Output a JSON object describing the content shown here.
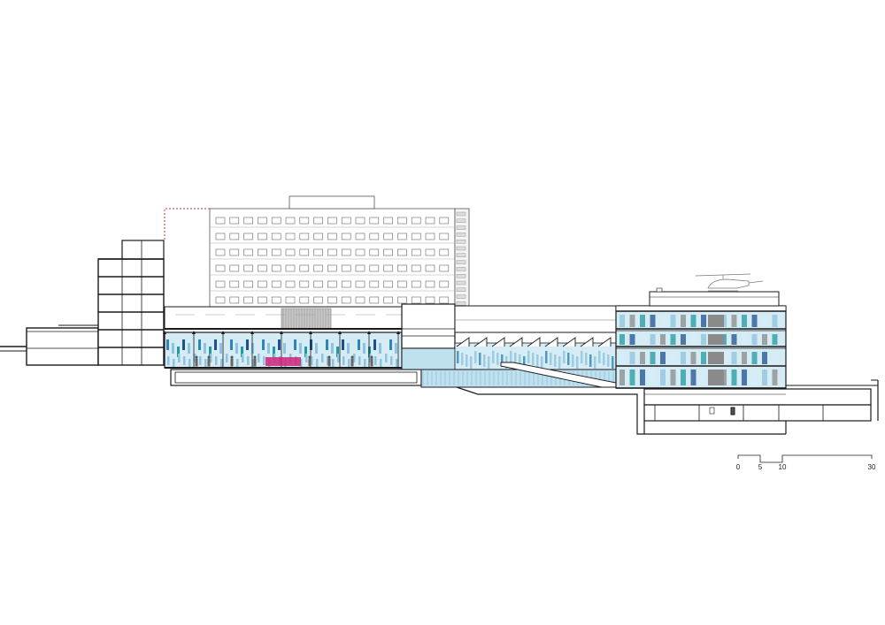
{
  "scale_bar": {
    "labels": [
      "0",
      "5",
      "10",
      "30"
    ]
  },
  "colors": {
    "line": "#1a1a1a",
    "light_line": "#9a9a9a",
    "glass_light": "#d6ecf5",
    "glass_mid": "#8fc3dd",
    "glass_dark": "#2f86b4",
    "teal": "#1f9aa0",
    "navy": "#1f4f8f",
    "magenta": "#d0247a",
    "dotted_outline": "#e03030",
    "ground_blue": "#bfe0ef",
    "grey_panel": "#8a8a8a"
  },
  "icons": {
    "helicopter": "helicopter-icon",
    "people": "person-figure-icon"
  }
}
